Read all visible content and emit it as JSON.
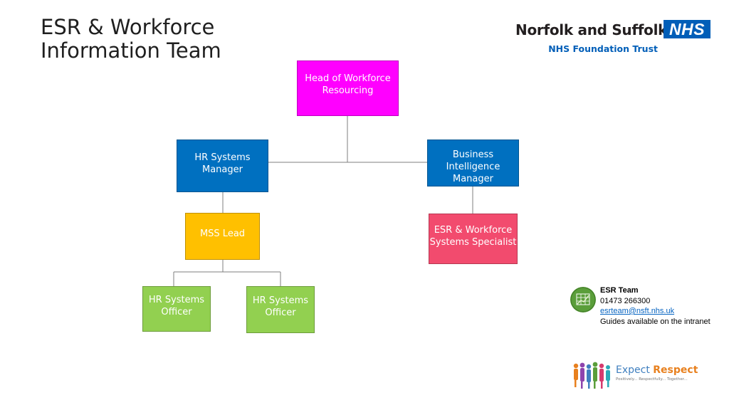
{
  "title": {
    "line1": "ESR & Workforce",
    "line2": "Information Team"
  },
  "logo": {
    "org": "Norfolk and Suffolk",
    "badge": "NHS",
    "subtitle": "NHS Foundation Trust"
  },
  "nodes": [
    {
      "id": "head",
      "line1": "Head of Workforce",
      "line2": "Resourcing",
      "fill": "#ff00ff",
      "text_color": "#ffffff"
    },
    {
      "id": "hrsm",
      "line1": "HR Systems",
      "line2": "Manager",
      "fill": "#0070c0",
      "text_color": "#ffffff"
    },
    {
      "id": "bim",
      "line1": "Business Intelligence",
      "line2": "Manager",
      "fill": "#0070c0",
      "text_color": "#ffffff"
    },
    {
      "id": "mss",
      "line1": "MSS Lead",
      "line2": "",
      "fill": "#ffc000",
      "text_color": "#ffffff"
    },
    {
      "id": "esrs",
      "line1": "ESR & Workforce",
      "line2": "Systems Specialist",
      "fill": "#f24b6e",
      "text_color": "#ffffff"
    },
    {
      "id": "hso1",
      "line1": "HR Systems",
      "line2": "Officer",
      "fill": "#92d050",
      "text_color": "#ffffff"
    },
    {
      "id": "hso2",
      "line1": "HR Systems",
      "line2": "Officer",
      "fill": "#92d050",
      "text_color": "#ffffff"
    }
  ],
  "edges": [
    {
      "from": "head",
      "to": "hrsm"
    },
    {
      "from": "head",
      "to": "bim"
    },
    {
      "from": "hrsm",
      "to": "mss"
    },
    {
      "from": "bim",
      "to": "esrs"
    },
    {
      "from": "mss",
      "to": "hso1"
    },
    {
      "from": "mss",
      "to": "hso2"
    }
  ],
  "contact": {
    "icon": "spreadsheet-icon",
    "name": "ESR Team",
    "phone": "01473 266300",
    "email": "esrteam@nsft.nhs.uk",
    "note": "Guides available on the intranet"
  },
  "expect_respect": {
    "icon": "people-group-icon",
    "headline_part1": "Expect",
    "headline_part2": "Respect",
    "tagline": "Positively... Respectfully... Together..."
  },
  "colors": {
    "connector": "#7f7f7f",
    "nhs_blue": "#005eb8",
    "accent_orange": "#e8801e"
  }
}
